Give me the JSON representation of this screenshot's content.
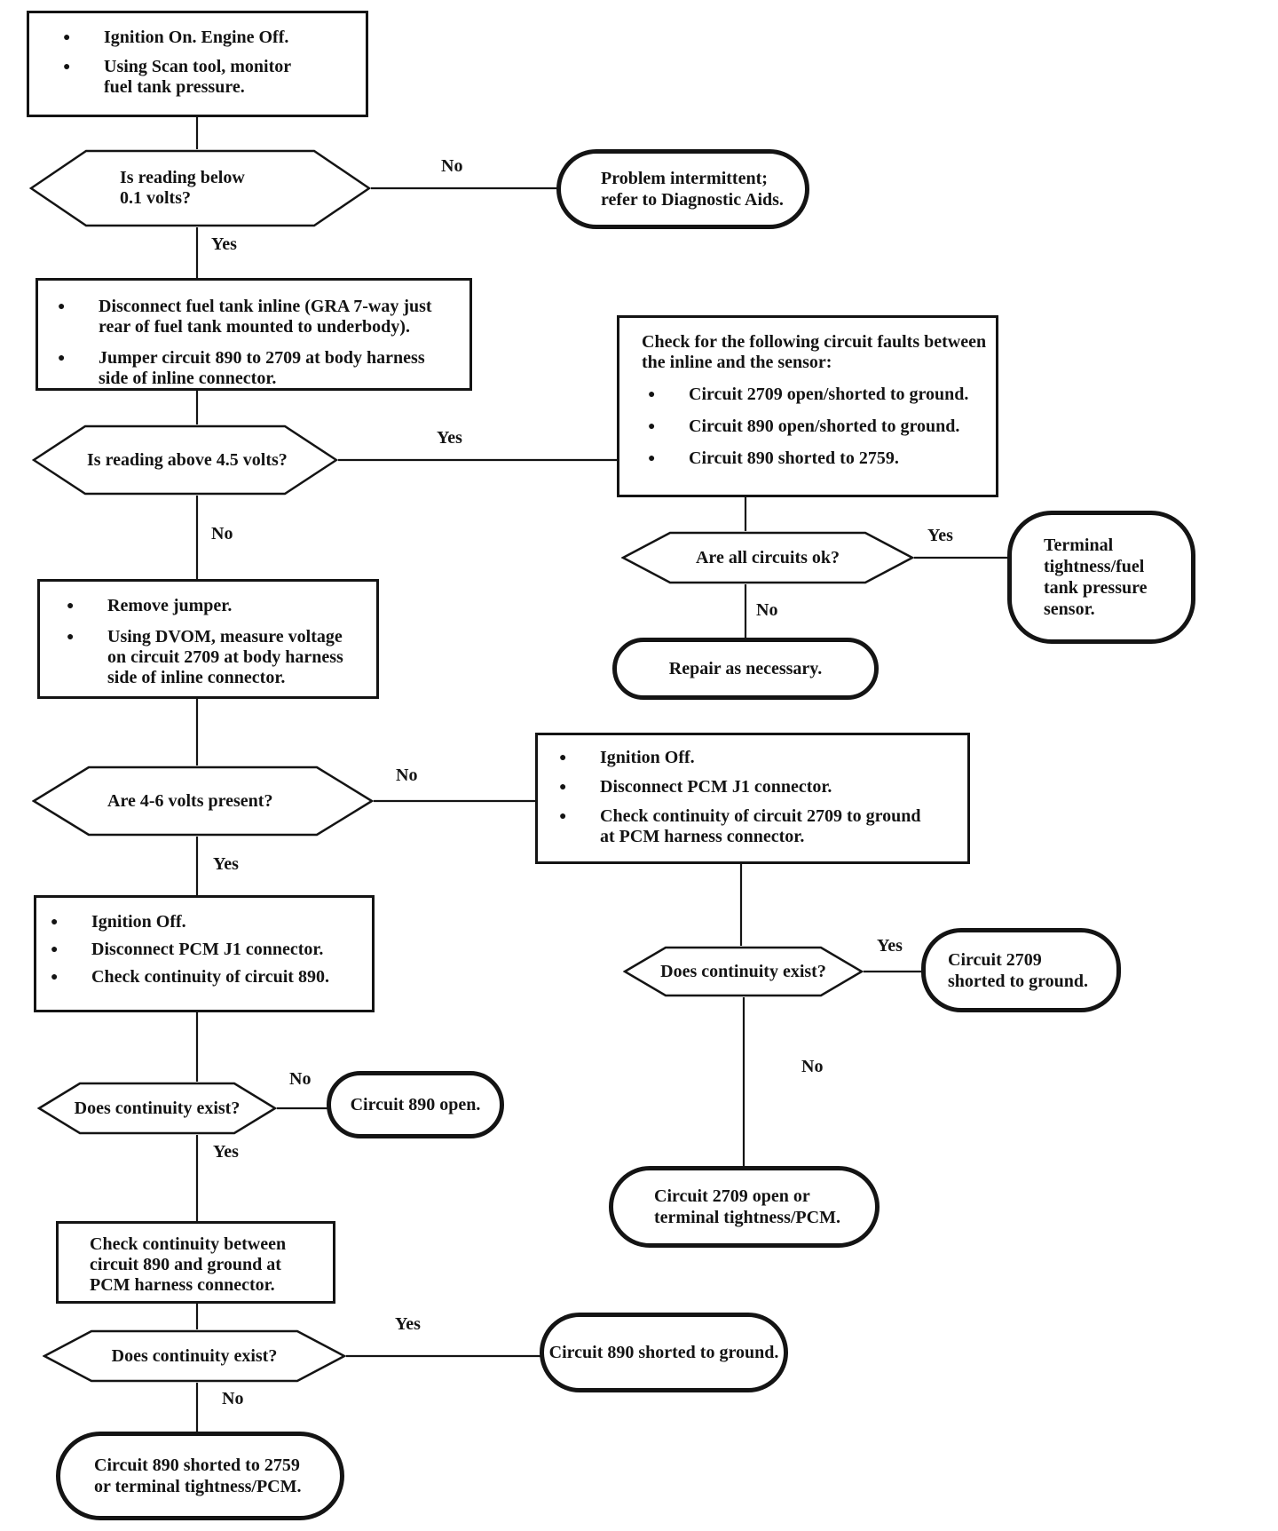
{
  "icons": {
    "bullet": "●"
  },
  "flowchart": {
    "colors": {
      "ink": "#141414",
      "background": "#ffffff"
    },
    "nodes": {
      "start": {
        "type": "process",
        "bullets": [
          "Ignition On. Engine Off.",
          "Using Scan tool, monitor\nfuel tank pressure."
        ]
      },
      "q_reading_below": {
        "type": "decision",
        "label": "Is reading below\n0.1 volts?"
      },
      "problem_intermittent": {
        "type": "terminal",
        "label": "Problem intermittent;\nrefer to Diagnostic Aids."
      },
      "disconnect_inline": {
        "type": "process",
        "bullets": [
          "Disconnect fuel tank inline (GRA 7-way just\nrear of fuel tank mounted to underbody).",
          "Jumper circuit 890 to 2709 at body harness\nside of inline connector."
        ]
      },
      "q_reading_above": {
        "type": "decision",
        "label": "Is reading above 4.5 volts?"
      },
      "check_circuit_faults": {
        "type": "process",
        "intro": "Check for the following circuit faults between\nthe inline and the sensor:",
        "bullets": [
          "Circuit 2709 open/shorted to ground.",
          "Circuit 890 open/shorted to ground.",
          "Circuit 890 shorted to 2759."
        ]
      },
      "q_all_circuits_ok": {
        "type": "decision",
        "label": "Are all circuits ok?"
      },
      "terminal_tightness": {
        "type": "terminal",
        "label": "Terminal\ntightness/fuel\ntank pressure\nsensor."
      },
      "repair_as_necessary": {
        "type": "terminal",
        "label": "Repair as necessary."
      },
      "remove_jumper": {
        "type": "process",
        "bullets": [
          "Remove jumper.",
          "Using DVOM, measure voltage\non circuit 2709 at body harness\nside of inline connector."
        ]
      },
      "q_volts_present": {
        "type": "decision",
        "label": "Are 4-6 volts present?"
      },
      "check_2709_ground": {
        "type": "process",
        "bullets": [
          "Ignition Off.",
          "Disconnect PCM J1 connector.",
          "Check continuity of circuit 2709 to ground\nat PCM harness connector."
        ]
      },
      "q_continuity_2709": {
        "type": "decision",
        "label": "Does continuity exist?"
      },
      "circuit_2709_shorted": {
        "type": "terminal",
        "label": "Circuit 2709\nshorted to ground."
      },
      "circuit_2709_open": {
        "type": "terminal",
        "label": "Circuit 2709 open or\nterminal tightness/PCM."
      },
      "check_890": {
        "type": "process",
        "bullets": [
          "Ignition Off.",
          "Disconnect PCM J1 connector.",
          "Check continuity of circuit 890."
        ]
      },
      "q_continuity_890": {
        "type": "decision",
        "label": "Does continuity exist?"
      },
      "circuit_890_open": {
        "type": "terminal",
        "label": "Circuit 890 open."
      },
      "check_890_ground": {
        "type": "process",
        "text": "Check continuity between\ncircuit 890 and ground at\nPCM harness connector."
      },
      "q_continuity_890_ground": {
        "type": "decision",
        "label": "Does continuity exist?"
      },
      "circuit_890_shorted_ground": {
        "type": "terminal",
        "label": "Circuit 890 shorted to ground."
      },
      "circuit_890_shorted_2759": {
        "type": "terminal",
        "label": "Circuit 890 shorted to 2759\nor terminal tightness/PCM."
      }
    },
    "edges": [
      {
        "from": "start",
        "to": "q_reading_below",
        "label": ""
      },
      {
        "from": "q_reading_below",
        "to": "problem_intermittent",
        "label": "No"
      },
      {
        "from": "q_reading_below",
        "to": "disconnect_inline",
        "label": "Yes"
      },
      {
        "from": "disconnect_inline",
        "to": "q_reading_above",
        "label": ""
      },
      {
        "from": "q_reading_above",
        "to": "check_circuit_faults",
        "label": "Yes"
      },
      {
        "from": "q_reading_above",
        "to": "remove_jumper",
        "label": "No"
      },
      {
        "from": "check_circuit_faults",
        "to": "q_all_circuits_ok",
        "label": ""
      },
      {
        "from": "q_all_circuits_ok",
        "to": "terminal_tightness",
        "label": "Yes"
      },
      {
        "from": "q_all_circuits_ok",
        "to": "repair_as_necessary",
        "label": "No"
      },
      {
        "from": "remove_jumper",
        "to": "q_volts_present",
        "label": ""
      },
      {
        "from": "q_volts_present",
        "to": "check_2709_ground",
        "label": "No"
      },
      {
        "from": "q_volts_present",
        "to": "check_890",
        "label": "Yes"
      },
      {
        "from": "check_2709_ground",
        "to": "q_continuity_2709",
        "label": ""
      },
      {
        "from": "q_continuity_2709",
        "to": "circuit_2709_shorted",
        "label": "Yes"
      },
      {
        "from": "q_continuity_2709",
        "to": "circuit_2709_open",
        "label": "No"
      },
      {
        "from": "check_890",
        "to": "q_continuity_890",
        "label": ""
      },
      {
        "from": "q_continuity_890",
        "to": "circuit_890_open",
        "label": "No"
      },
      {
        "from": "q_continuity_890",
        "to": "check_890_ground",
        "label": "Yes"
      },
      {
        "from": "check_890_ground",
        "to": "q_continuity_890_ground",
        "label": ""
      },
      {
        "from": "q_continuity_890_ground",
        "to": "circuit_890_shorted_ground",
        "label": "Yes"
      },
      {
        "from": "q_continuity_890_ground",
        "to": "circuit_890_shorted_2759",
        "label": "No"
      }
    ]
  }
}
